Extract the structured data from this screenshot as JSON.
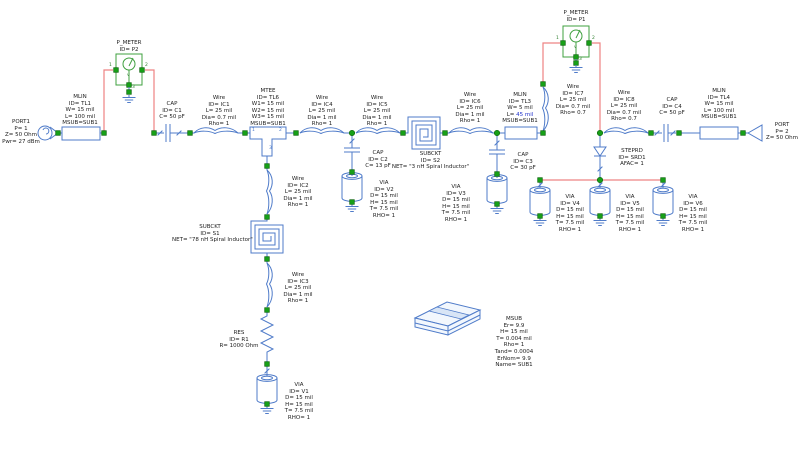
{
  "colors": {
    "wire_blue": "#4f7bc9",
    "probe_red": "#ee8383",
    "terminal_green": "#17a017",
    "meter_green": "#3fa03f",
    "text": "#1c1c1c",
    "tuned_value_blue": "#2233cc",
    "background": "#ffffff"
  },
  "c": {
    "port1": {
      "lines": [
        "PORT1",
        "P= 1",
        "Z= 50 Ohm",
        "Pwr= 27 dBm"
      ]
    },
    "tl1": {
      "lines": [
        "MLIN",
        "ID= TL1",
        "W= 15 mil",
        "L= 100 mil",
        "MSUB=SUB1"
      ]
    },
    "p2": {
      "lines": [
        "P_METER",
        "ID= P2"
      ],
      "pins": [
        "1",
        "2",
        "3"
      ],
      "meter_letter": "v"
    },
    "c1": {
      "lines": [
        "CAP",
        "ID= C1",
        "C= 50 pF"
      ]
    },
    "ic1": {
      "lines": [
        "Wire",
        "ID= IC1",
        "L= 25 mil",
        "Dia= 0.7 mil",
        "Rho= 1"
      ]
    },
    "tl6": {
      "lines": [
        "MTEE",
        "ID= TL6",
        "W1= 15 mil",
        "W2= 15 mil",
        "W3= 15 mil",
        "MSUB=SUB1"
      ],
      "pins": [
        "1",
        "2",
        "3"
      ]
    },
    "ic2": {
      "lines": [
        "Wire",
        "ID= IC2",
        "L= 25 mil",
        "Dia= 1 mil",
        "Rho= 1"
      ]
    },
    "s1": {
      "lines": [
        "SUBCKT",
        "ID= S1",
        "NET= \"78 nH Spiral Inductor\""
      ]
    },
    "ic3": {
      "lines": [
        "Wire",
        "ID= IC3",
        "L= 25 mil",
        "Dia= 1 mil",
        "Rho= 1"
      ]
    },
    "r1": {
      "lines": [
        "RES",
        "ID= R1",
        "R= 1000 Ohm"
      ]
    },
    "v1": {
      "lines": [
        "VIA",
        "ID= V1",
        "D= 15 mil",
        "H= 15 mil",
        "T= 7.5 mil",
        "RHO= 1"
      ]
    },
    "ic4": {
      "lines": [
        "Wire",
        "ID= IC4",
        "L= 25 mil",
        "Dia= 1 mil",
        "Rho= 1"
      ]
    },
    "c2": {
      "lines": [
        "CAP",
        "ID= C2",
        "C= 13 pF"
      ]
    },
    "v2": {
      "lines": [
        "VIA",
        "ID= V2",
        "D= 15 mil",
        "H= 15 mil",
        "T= 7.5 mil",
        "RHO= 1"
      ]
    },
    "ic5": {
      "lines": [
        "Wire",
        "ID= IC5",
        "L= 25 mil",
        "Dia= 1 mil",
        "Rho= 1"
      ]
    },
    "s2": {
      "lines": [
        "SUBCKT",
        "ID= S2",
        "NET= \"3 nH Spiral Inductor\""
      ]
    },
    "ic6": {
      "lines": [
        "Wire",
        "ID= IC6",
        "L= 25 mil",
        "Dia= 1 mil",
        "Rho= 1"
      ]
    },
    "c3": {
      "lines": [
        "CAP",
        "ID= C3",
        "C= 30 pF"
      ]
    },
    "v3": {
      "lines": [
        "VIA",
        "ID= V3",
        "D= 15 mil",
        "H= 15 mil",
        "T= 7.5 mil",
        "RHO= 1"
      ]
    },
    "tl3": {
      "lines": [
        "MLIN",
        "ID= TL3",
        "W= 5 mil",
        "MSUB=SUB1"
      ],
      "l_prefix": "L= ",
      "l_value": "45 mil"
    },
    "ic7": {
      "lines": [
        "Wire",
        "ID= IC7",
        "L= 25 mil",
        "Dia= 0.7 mil",
        "Rho= 0.7"
      ]
    },
    "p1": {
      "lines": [
        "P_METER",
        "ID= P1"
      ],
      "pins": [
        "1",
        "2",
        "3"
      ],
      "meter_letter": "v"
    },
    "srd1": {
      "lines": [
        "STEPRD",
        "ID= SRD1",
        "AFAC= 1"
      ]
    },
    "ic8": {
      "lines": [
        "Wire",
        "ID= IC8",
        "L= 25 mil",
        "Dia= 0.7 mil",
        "Rho= 0.7"
      ]
    },
    "c4": {
      "lines": [
        "CAP",
        "ID= C4",
        "C= 50 pF"
      ]
    },
    "tl4": {
      "lines": [
        "MLIN",
        "ID= TL4",
        "W= 15 mil",
        "L= 100 mil",
        "MSUB=SUB1"
      ]
    },
    "port2": {
      "lines": [
        "PORT",
        "P= 2",
        "Z= 50 Ohm"
      ]
    },
    "v4": {
      "lines": [
        "VIA",
        "ID= V4",
        "D= 15 mil",
        "H= 15 mil",
        "T= 7.5 mil",
        "RHO= 1"
      ]
    },
    "v5": {
      "lines": [
        "VIA",
        "ID= V5",
        "D= 15 mil",
        "H= 15 mil",
        "T= 7.5 mil",
        "RHO= 1"
      ]
    },
    "v6": {
      "lines": [
        "VIA",
        "ID= V6",
        "D= 15 mil",
        "H= 15 mil",
        "T= 7.5 mil",
        "RHO= 1"
      ]
    },
    "msub": {
      "lines": [
        "MSUB",
        "Er= 9.9",
        "H= 15 mil",
        "T= 0.004 mil",
        "Rho= 1",
        "Tand= 0.0004",
        "ErNom= 9.9",
        "Name= SUB1"
      ]
    }
  }
}
